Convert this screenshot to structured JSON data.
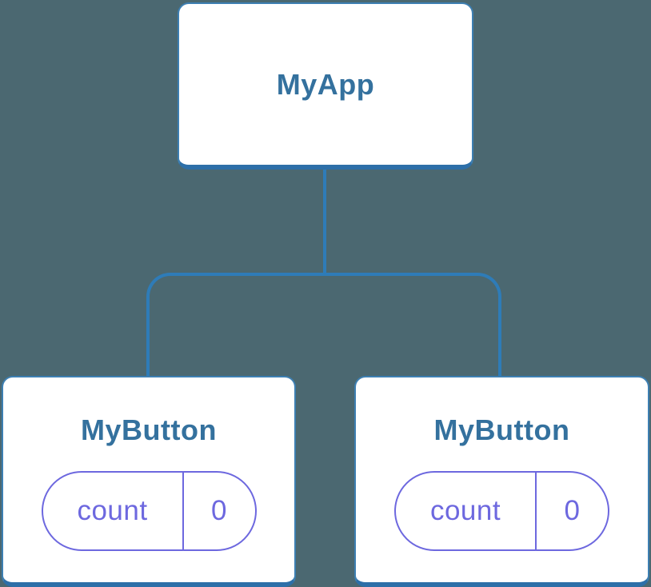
{
  "diagram": {
    "type": "component-tree",
    "root": {
      "label": "MyApp"
    },
    "children": [
      {
        "label": "MyButton",
        "state": {
          "key": "count",
          "value": "0"
        }
      },
      {
        "label": "MyButton",
        "state": {
          "key": "count",
          "value": "0"
        }
      }
    ],
    "colors": {
      "background": "#4B6871",
      "connector": "#2E7CB8",
      "card_background": "#FFFFFF",
      "card_border": "#3D7FB2",
      "card_border_bottom": "#2D6FA8",
      "node_label": "#34719E",
      "state_accent": "#6D68DF"
    }
  }
}
